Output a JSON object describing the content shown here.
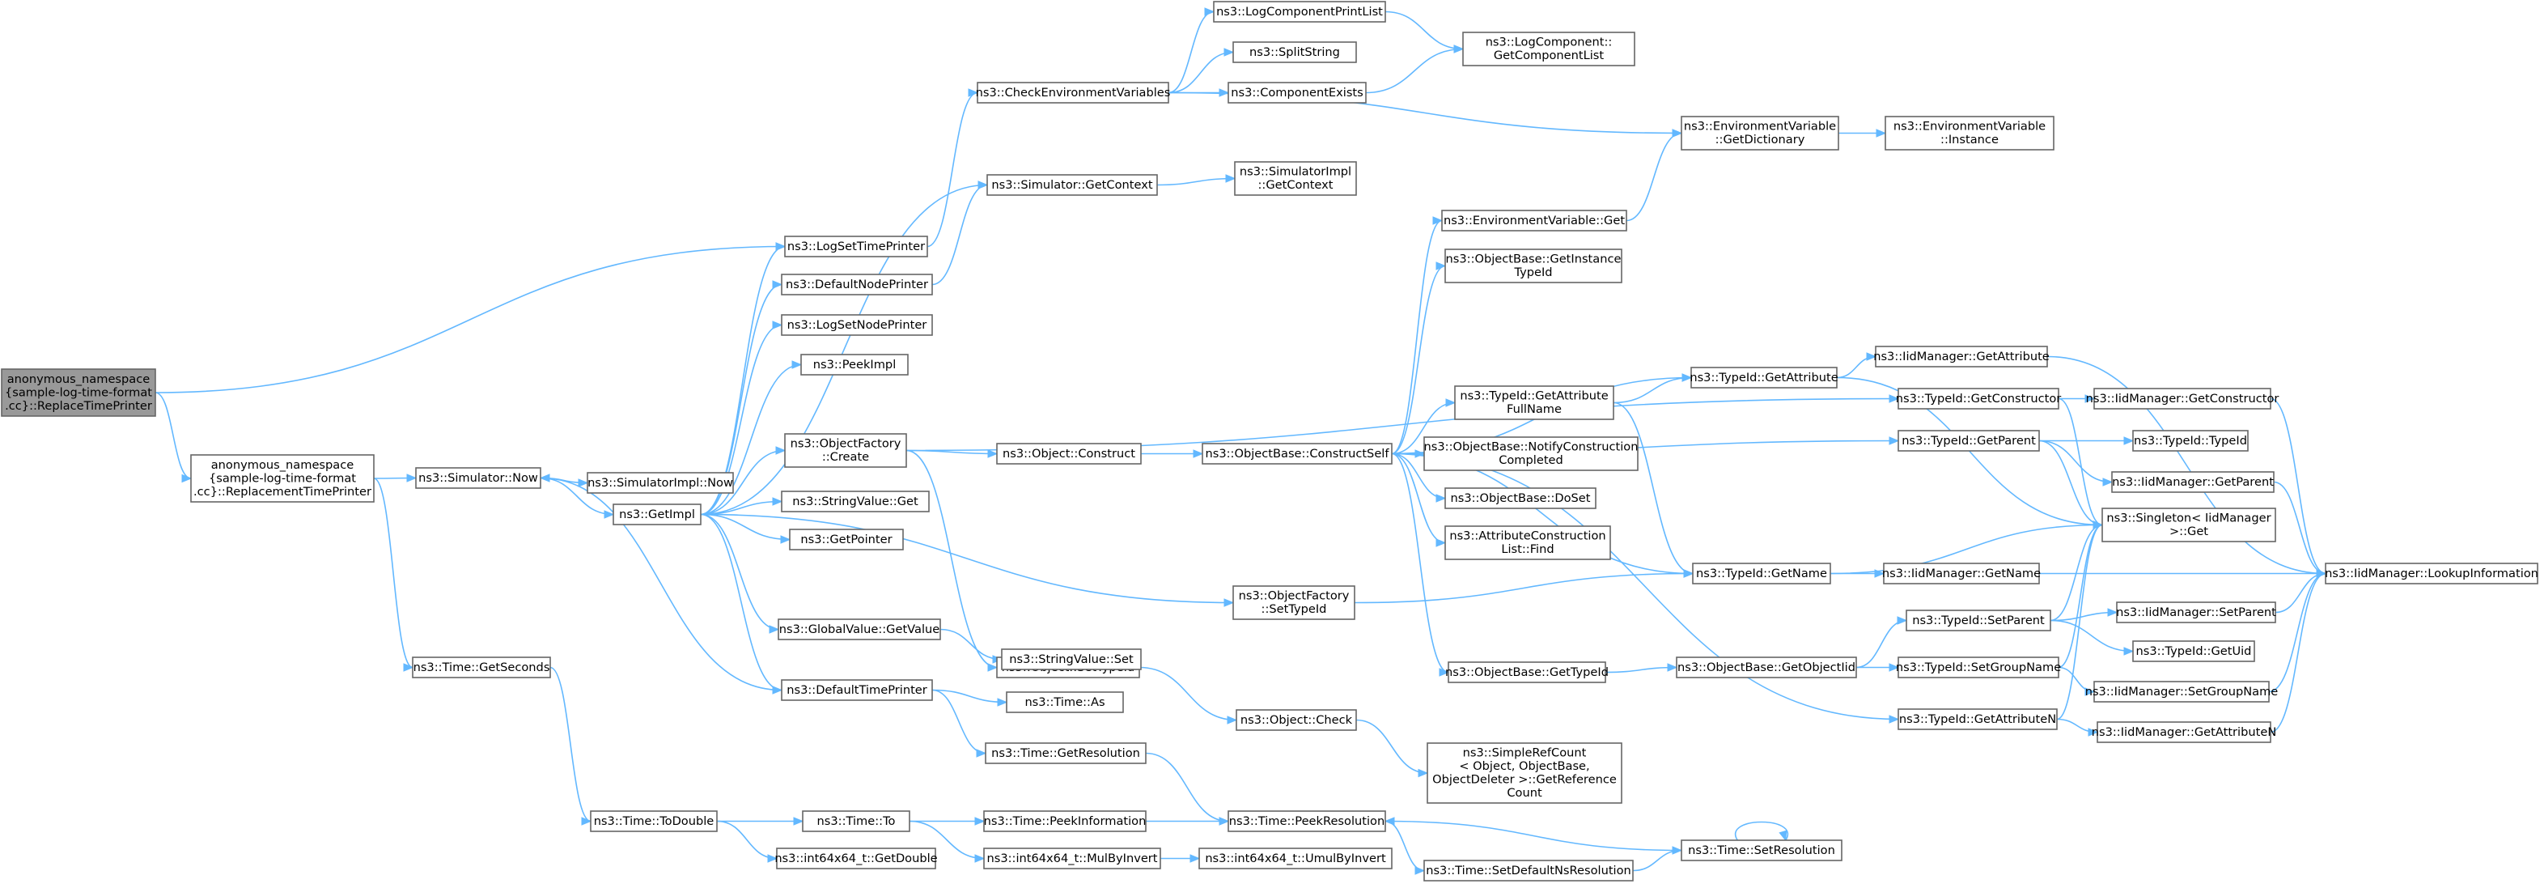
{
  "colors": {
    "edge": "#63b8ff",
    "node_border": "#666666",
    "root_fill": "#999999",
    "background": "#ffffff"
  },
  "nodes": [
    {
      "id": "root",
      "root": true,
      "lines": [
        "anonymous_namespace",
        "{sample-log-time-format",
        ".cc}::ReplaceTimePrinter"
      ]
    },
    {
      "id": "rtp",
      "lines": [
        "anonymous_namespace",
        "{sample-log-time-format",
        ".cc}::ReplacementTimePrinter"
      ]
    },
    {
      "id": "logset",
      "lines": [
        "ns3::LogSetTimePrinter"
      ]
    },
    {
      "id": "simnow",
      "lines": [
        "ns3::Simulator::Now"
      ]
    },
    {
      "id": "gettime_sec",
      "lines": [
        "ns3::Time::GetSeconds"
      ]
    },
    {
      "id": "todouble",
      "lines": [
        "ns3::Time::ToDouble"
      ]
    },
    {
      "id": "timeto",
      "lines": [
        "ns3::Time::To"
      ]
    },
    {
      "id": "getdouble",
      "lines": [
        "ns3::int64x64_t::GetDouble"
      ]
    },
    {
      "id": "simimplnow",
      "lines": [
        "ns3::SimulatorImpl::Now"
      ]
    },
    {
      "id": "getimpl",
      "lines": [
        "ns3::GetImpl"
      ]
    },
    {
      "id": "defnodeprinter",
      "lines": [
        "ns3::DefaultNodePrinter"
      ]
    },
    {
      "id": "logsetnode",
      "lines": [
        "ns3::LogSetNodePrinter"
      ]
    },
    {
      "id": "peekimpl",
      "lines": [
        "ns3::PeekImpl"
      ]
    },
    {
      "id": "objfcreate",
      "lines": [
        "ns3::ObjectFactory",
        "::Create"
      ]
    },
    {
      "id": "strvalget",
      "lines": [
        "ns3::StringValue::Get"
      ]
    },
    {
      "id": "getpointer",
      "lines": [
        "ns3::GetPointer"
      ]
    },
    {
      "id": "gvgetvalue",
      "lines": [
        "ns3::GlobalValue::GetValue"
      ]
    },
    {
      "id": "deftimeprinter",
      "lines": [
        "ns3::DefaultTimePrinter"
      ]
    },
    {
      "id": "timeas",
      "lines": [
        "ns3::Time::As"
      ]
    },
    {
      "id": "timegetres",
      "lines": [
        "ns3::Time::GetResolution"
      ]
    },
    {
      "id": "peekinfo",
      "lines": [
        "ns3::Time::PeekInformation"
      ]
    },
    {
      "id": "mulbyinvert",
      "lines": [
        "ns3::int64x64_t::MulByInvert"
      ]
    },
    {
      "id": "umulbyinvert",
      "lines": [
        "ns3::int64x64_t::UmulByInvert"
      ]
    },
    {
      "id": "peekres",
      "lines": [
        "ns3::Time::PeekResolution"
      ]
    },
    {
      "id": "setdefns",
      "lines": [
        "ns3::Time::SetDefaultNsResolution"
      ]
    },
    {
      "id": "setres",
      "lines": [
        "ns3::Time::SetResolution"
      ]
    },
    {
      "id": "checkenv",
      "lines": [
        "ns3::CheckEnvironmentVariables"
      ]
    },
    {
      "id": "logcompprint",
      "lines": [
        "ns3::LogComponentPrintList"
      ]
    },
    {
      "id": "splitstring",
      "lines": [
        "ns3::SplitString"
      ]
    },
    {
      "id": "compexists",
      "lines": [
        "ns3::ComponentExists"
      ]
    },
    {
      "id": "getcomplist",
      "lines": [
        "ns3::LogComponent::",
        "GetComponentList"
      ]
    },
    {
      "id": "envgetdict",
      "lines": [
        "ns3::EnvironmentVariable",
        "::GetDictionary"
      ]
    },
    {
      "id": "envinstance",
      "lines": [
        "ns3::EnvironmentVariable",
        "::Instance"
      ]
    },
    {
      "id": "simgetctx",
      "lines": [
        "ns3::Simulator::GetContext"
      ]
    },
    {
      "id": "simimplgetctx",
      "lines": [
        "ns3::SimulatorImpl",
        "::GetContext"
      ]
    },
    {
      "id": "objconstruct",
      "lines": [
        "ns3::Object::Construct"
      ]
    },
    {
      "id": "objsettypeid",
      "lines": [
        "ns3::Object::SetTypeId"
      ]
    },
    {
      "id": "strvalset",
      "lines": [
        "ns3::StringValue::Set"
      ]
    },
    {
      "id": "objcheck",
      "lines": [
        "ns3::Object::Check"
      ]
    },
    {
      "id": "simplerefcount",
      "lines": [
        "ns3::SimpleRefCount",
        "< Object, ObjectBase,",
        "ObjectDeleter >::GetReference",
        "Count"
      ]
    },
    {
      "id": "objfsettypeid",
      "lines": [
        "ns3::ObjectFactory",
        "::SetTypeId"
      ]
    },
    {
      "id": "constructself",
      "lines": [
        "ns3::ObjectBase::ConstructSelf"
      ]
    },
    {
      "id": "envget",
      "lines": [
        "ns3::EnvironmentVariable::Get"
      ]
    },
    {
      "id": "getinsttypeid",
      "lines": [
        "ns3::ObjectBase::GetInstance",
        "TypeId"
      ]
    },
    {
      "id": "getattrfull",
      "lines": [
        "ns3::TypeId::GetAttribute",
        "FullName"
      ]
    },
    {
      "id": "notifyconstr",
      "lines": [
        "ns3::ObjectBase::NotifyConstruction",
        "Completed"
      ]
    },
    {
      "id": "doset",
      "lines": [
        "ns3::ObjectBase::DoSet"
      ]
    },
    {
      "id": "attrconstrfind",
      "lines": [
        "ns3::AttributeConstruction",
        "List::Find"
      ]
    },
    {
      "id": "obgettypeid",
      "lines": [
        "ns3::ObjectBase::GetTypeId"
      ]
    },
    {
      "id": "typeidgetattr",
      "lines": [
        "ns3::TypeId::GetAttribute"
      ]
    },
    {
      "id": "typeidgetname",
      "lines": [
        "ns3::TypeId::GetName"
      ]
    },
    {
      "id": "obgetobjtid",
      "lines": [
        "ns3::ObjectBase::GetObjectIid"
      ]
    },
    {
      "id": "iidgetattr",
      "lines": [
        "ns3::IidManager::GetAttribute"
      ]
    },
    {
      "id": "typeidgetconstr",
      "lines": [
        "ns3::TypeId::GetConstructor"
      ]
    },
    {
      "id": "typeidgetparent",
      "lines": [
        "ns3::TypeId::GetParent"
      ]
    },
    {
      "id": "singletonget",
      "lines": [
        "ns3::Singleton< IidManager",
        " >::Get"
      ]
    },
    {
      "id": "iidgetname",
      "lines": [
        "ns3::IidManager::GetName"
      ]
    },
    {
      "id": "typeidsetparent",
      "lines": [
        "ns3::TypeId::SetParent"
      ]
    },
    {
      "id": "typeidsetgroup",
      "lines": [
        "ns3::TypeId::SetGroupName"
      ]
    },
    {
      "id": "typeidgetattrn",
      "lines": [
        "ns3::TypeId::GetAttributeN"
      ]
    },
    {
      "id": "iidgetconstr",
      "lines": [
        "ns3::IidManager::GetConstructor"
      ]
    },
    {
      "id": "typeidtypeid",
      "lines": [
        "ns3::TypeId::TypeId"
      ]
    },
    {
      "id": "iidgetparent",
      "lines": [
        "ns3::IidManager::GetParent"
      ]
    },
    {
      "id": "iidsetparent",
      "lines": [
        "ns3::IidManager::SetParent"
      ]
    },
    {
      "id": "typeidgetuid",
      "lines": [
        "ns3::TypeId::GetUid"
      ]
    },
    {
      "id": "iidsetgroup",
      "lines": [
        "ns3::IidManager::SetGroupName"
      ]
    },
    {
      "id": "iidgetattrn",
      "lines": [
        "ns3::IidManager::GetAttributeN"
      ]
    },
    {
      "id": "iidlookup",
      "lines": [
        "ns3::IidManager::LookupInformation"
      ]
    }
  ],
  "edges": [
    [
      "root",
      "logset"
    ],
    [
      "root",
      "rtp"
    ],
    [
      "rtp",
      "simnow"
    ],
    [
      "rtp",
      "gettime_sec"
    ],
    [
      "gettime_sec",
      "todouble"
    ],
    [
      "todouble",
      "timeto"
    ],
    [
      "todouble",
      "getdouble"
    ],
    [
      "timeto",
      "peekinfo"
    ],
    [
      "timeto",
      "mulbyinvert"
    ],
    [
      "mulbyinvert",
      "umulbyinvert"
    ],
    [
      "peekinfo",
      "peekres"
    ],
    [
      "peekres",
      "setdefns"
    ],
    [
      "setdefns",
      "setres"
    ],
    [
      "setres",
      "peekres"
    ],
    [
      "setres",
      "setres"
    ],
    [
      "simnow",
      "simimplnow"
    ],
    [
      "simnow",
      "getimpl"
    ],
    [
      "getimpl",
      "logset"
    ],
    [
      "getimpl",
      "defnodeprinter"
    ],
    [
      "getimpl",
      "logsetnode"
    ],
    [
      "getimpl",
      "peekimpl"
    ],
    [
      "getimpl",
      "objfcreate"
    ],
    [
      "getimpl",
      "strvalget"
    ],
    [
      "getimpl",
      "getpointer"
    ],
    [
      "getimpl",
      "gvgetvalue"
    ],
    [
      "getimpl",
      "deftimeprinter"
    ],
    [
      "getimpl",
      "objfsettypeid"
    ],
    [
      "getimpl",
      "simgetctx"
    ],
    [
      "logset",
      "checkenv"
    ],
    [
      "defnodeprinter",
      "simgetctx"
    ],
    [
      "deftimeprinter",
      "simnow"
    ],
    [
      "deftimeprinter",
      "timeas"
    ],
    [
      "deftimeprinter",
      "timegetres"
    ],
    [
      "timegetres",
      "peekres"
    ],
    [
      "gvgetvalue",
      "strvalset"
    ],
    [
      "checkenv",
      "logcompprint"
    ],
    [
      "checkenv",
      "splitstring"
    ],
    [
      "checkenv",
      "compexists"
    ],
    [
      "checkenv",
      "envgetdict"
    ],
    [
      "logcompprint",
      "getcomplist"
    ],
    [
      "compexists",
      "getcomplist"
    ],
    [
      "envgetdict",
      "envinstance"
    ],
    [
      "simgetctx",
      "simimplgetctx"
    ],
    [
      "objfcreate",
      "objconstruct"
    ],
    [
      "objfcreate",
      "objsettypeid"
    ],
    [
      "objfcreate",
      "typeidgetconstr"
    ],
    [
      "objsettypeid",
      "objcheck"
    ],
    [
      "objcheck",
      "simplerefcount"
    ],
    [
      "objconstruct",
      "constructself"
    ],
    [
      "objfsettypeid",
      "typeidgetname"
    ],
    [
      "constructself",
      "envget"
    ],
    [
      "constructself",
      "getinsttypeid"
    ],
    [
      "constructself",
      "getattrfull"
    ],
    [
      "constructself",
      "notifyconstr"
    ],
    [
      "constructself",
      "doset"
    ],
    [
      "constructself",
      "attrconstrfind"
    ],
    [
      "constructself",
      "obgettypeid"
    ],
    [
      "constructself",
      "typeidgetattr"
    ],
    [
      "constructself",
      "typeidgetname"
    ],
    [
      "constructself",
      "typeidgetattrn"
    ],
    [
      "constructself",
      "typeidgetparent"
    ],
    [
      "envget",
      "envgetdict"
    ],
    [
      "getattrfull",
      "typeidgetattr"
    ],
    [
      "getattrfull",
      "typeidgetname"
    ],
    [
      "obgettypeid",
      "obgetobjtid"
    ],
    [
      "obgetobjtid",
      "typeidsetparent"
    ],
    [
      "obgetobjtid",
      "typeidsetgroup"
    ],
    [
      "typeidgetattr",
      "iidgetattr"
    ],
    [
      "typeidgetattr",
      "singletonget"
    ],
    [
      "typeidgetname",
      "singletonget"
    ],
    [
      "typeidgetname",
      "iidgetname"
    ],
    [
      "iidgetattr",
      "iidlookup"
    ],
    [
      "typeidgetconstr",
      "iidgetconstr"
    ],
    [
      "typeidgetconstr",
      "singletonget"
    ],
    [
      "typeidgetparent",
      "typeidtypeid"
    ],
    [
      "typeidgetparent",
      "iidgetparent"
    ],
    [
      "typeidgetparent",
      "singletonget"
    ],
    [
      "iidgetconstr",
      "iidlookup"
    ],
    [
      "iidgetparent",
      "iidlookup"
    ],
    [
      "iidgetname",
      "iidlookup"
    ],
    [
      "typeidsetparent",
      "singletonget"
    ],
    [
      "typeidsetparent",
      "iidsetparent"
    ],
    [
      "typeidsetparent",
      "typeidgetuid"
    ],
    [
      "typeidsetgroup",
      "singletonget"
    ],
    [
      "typeidsetgroup",
      "iidsetgroup"
    ],
    [
      "typeidgetattrn",
      "singletonget"
    ],
    [
      "typeidgetattrn",
      "iidgetattrn"
    ],
    [
      "iidsetparent",
      "iidlookup"
    ],
    [
      "iidsetgroup",
      "iidlookup"
    ],
    [
      "iidgetattrn",
      "iidlookup"
    ]
  ]
}
